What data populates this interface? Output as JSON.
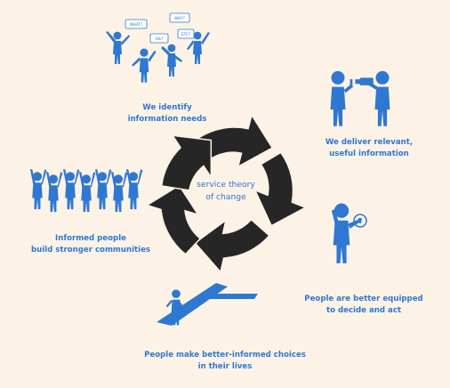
{
  "diagram": {
    "center": [
      "service theory",
      "of change"
    ],
    "steps": [
      {
        "lines": [
          "We identify",
          "information needs"
        ]
      },
      {
        "lines": [
          "We deliver relevant,",
          "useful information"
        ]
      },
      {
        "lines": [
          "People are better equipped",
          "to decide and act"
        ]
      },
      {
        "lines": [
          "People make better-informed choices",
          "in their lives"
        ]
      },
      {
        "lines": [
          "Informed people",
          "build stronger communities"
        ]
      }
    ],
    "speech_bubbles": [
      "WHAT?",
      "WHY?",
      "ETC?",
      "H&?"
    ],
    "colors": {
      "background": "#fcf2e6",
      "accent": "#2f78d1",
      "arrows": "#262626"
    }
  }
}
